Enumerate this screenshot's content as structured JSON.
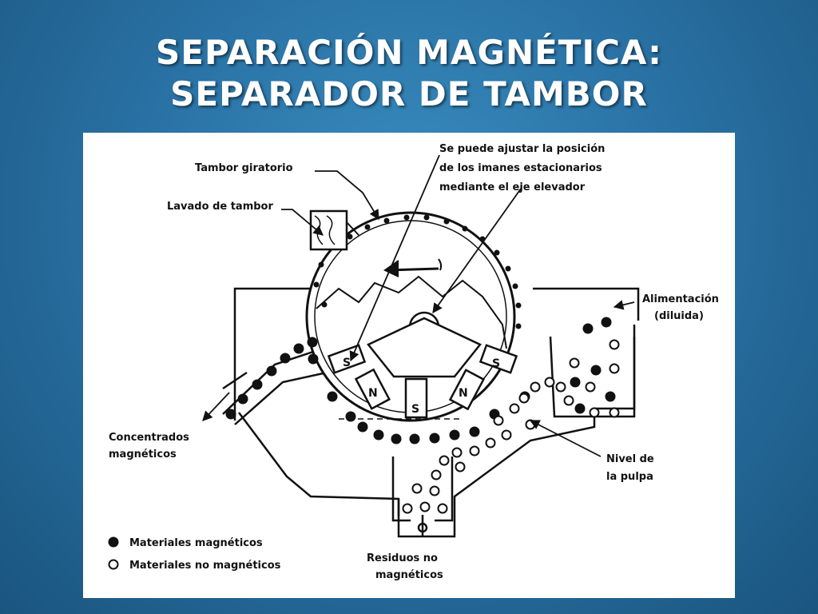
{
  "title": {
    "line1": "SEPARACIÓN MAGNÉTICA:",
    "line2": "SEPARADOR DE TAMBOR"
  },
  "diagram": {
    "labels": {
      "tambor_giratorio": "Tambor giratorio",
      "lavado_tambor": "Lavado de tambor",
      "ajuste_line1": "Se puede ajustar la posición",
      "ajuste_line2": "de los imanes estacionarios",
      "ajuste_line3": "mediante el eje elevador",
      "alimentacion_line1": "Alimentación",
      "alimentacion_line2": "(diluida)",
      "concentrados_line1": "Concentrados",
      "concentrados_line2": "magnéticos",
      "nivel_line1": "Nivel de",
      "nivel_line2": "la pulpa",
      "residuos_line1": "Residuos no",
      "residuos_line2": "magnéticos"
    },
    "magnet_poles": [
      "S",
      "N",
      "S",
      "N",
      "S"
    ],
    "legend": {
      "magnetic": "Materiales magnéticos",
      "non_magnetic": "Materiales no magnéticos"
    },
    "colors": {
      "ink": "#111111",
      "background": "#ffffff"
    }
  }
}
